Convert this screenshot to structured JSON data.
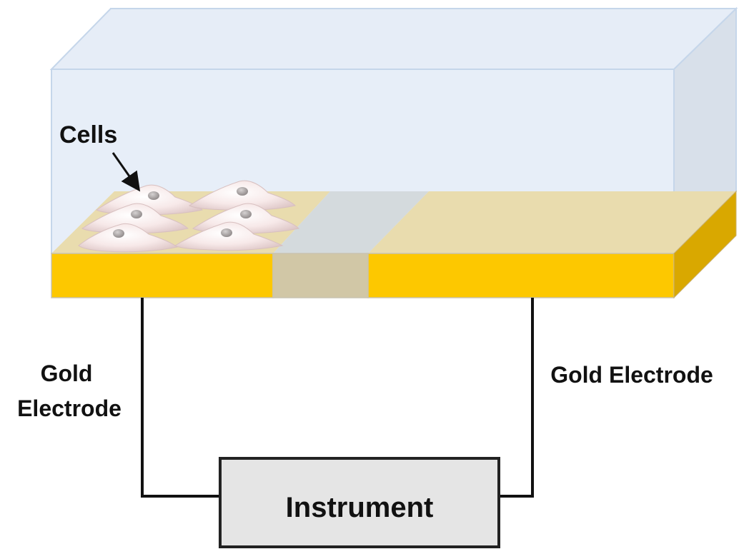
{
  "labels": {
    "cells": "Cells",
    "left_electrode_line1": "Gold",
    "left_electrode_line2": "Electrode",
    "right_electrode": "Gold Electrode",
    "instrument": "Instrument"
  },
  "colors": {
    "chamber_fill": "#e7eef8",
    "chamber_edge": "#c5d6ea",
    "gold_front": "#fdc800",
    "gold_top": "#e9dcae",
    "gold_side": "#d9a800",
    "gap_front": "#d1c7a6",
    "gap_top": "#d4dadd",
    "cell_fill": "#f6e6e6",
    "nucleus_fill": "#a9a3a3",
    "wire": "#111111",
    "instrument_fill": "#e5e5e5",
    "instrument_edge": "#222222"
  },
  "icons": {
    "cell": "cell-icon",
    "arrow": "arrow-icon"
  }
}
